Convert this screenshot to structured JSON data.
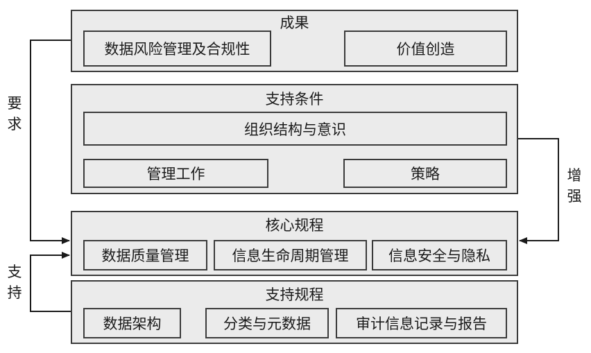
{
  "outcomes": {
    "title": "成果",
    "items": [
      "数据风险管理及合规性",
      "价值创造"
    ]
  },
  "enabling_conditions": {
    "title": "支持条件",
    "wide_item": "组织结构与意识",
    "items": [
      "管理工作",
      "策略"
    ]
  },
  "core_disciplines": {
    "title": "核心规程",
    "items": [
      "数据质量管理",
      "信息生命周期管理",
      "信息安全与隐私"
    ]
  },
  "supporting_disciplines": {
    "title": "支持规程",
    "items": [
      "数据架构",
      "分类与元数据",
      "审计信息记录与报告"
    ]
  },
  "relations": {
    "requires": [
      "要",
      "求"
    ],
    "enhances": [
      "增",
      "强"
    ],
    "supports": [
      "支",
      "持"
    ]
  }
}
